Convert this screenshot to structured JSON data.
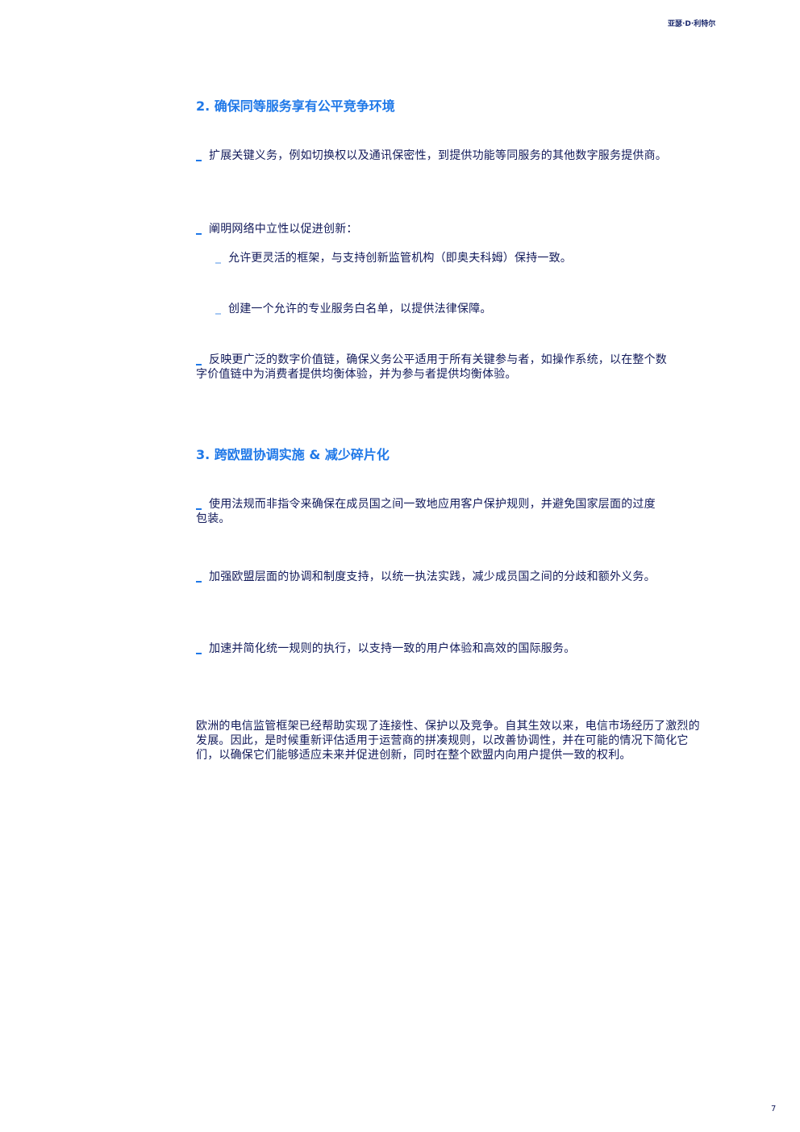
{
  "header": {
    "brand": "亚瑟·D·利特尔"
  },
  "sections": [
    {
      "heading": "2. 确保同等服务享有公平竞争环境",
      "items": [
        "扩展关键义务，例如切换权以及通讯保密性，到提供功能等同服务的其他数字服务提供商。",
        "阐明网络中立性以促进创新：",
        "允许更灵活的框架，与支持创新监管机构（即奥夫科姆）保持一致。",
        "创建一个允许的专业服务白名单，以提供法律保障。",
        "反映更广泛的数字价值链，确保义务公平适用于所有关键参与者，如操作系统，以在整个数字价值链中为消费者提供均衡体验，并为参与者提供均衡体验。"
      ]
    },
    {
      "heading": "3. 跨欧盟协调实施 & 减少碎片化",
      "items": [
        "使用法规而非指令来确保在成员国之间一致地应用客户保护规则，并避免国家层面的过度包装。",
        "加强欧盟层面的协调和制度支持，以统一执法实践，减少成员国之间的分歧和额外义务。",
        "加速并简化统一规则的执行，以支持一致的用户体验和高效的国际服务。"
      ]
    }
  ],
  "conclusion": "欧洲的电信监管框架已经帮助实现了连接性、保护以及竞争。自其生效以来，电信市场经历了激烈的发展。因此，是时候重新评估适用于运营商的拼凑规则，以改善协调性，并在可能的情况下简化它们，以确保它们能够适应未来并促进创新，同时在整个欧盟内向用户提供一致的权利。",
  "footer": {
    "page_number": "7"
  },
  "colors": {
    "heading": "#1f78e8",
    "text": "#121a5a",
    "bullet_primary": "#1f78e8",
    "bullet_secondary": "#a6c8f3"
  }
}
